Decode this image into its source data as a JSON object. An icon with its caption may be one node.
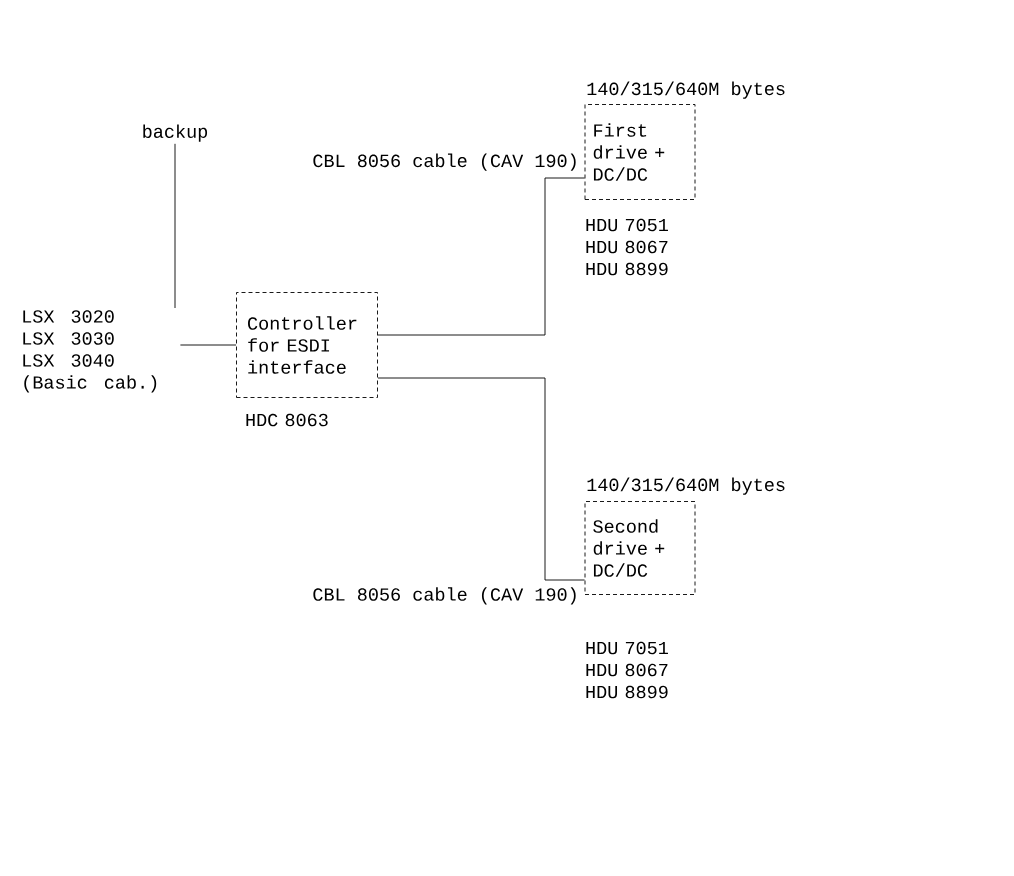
{
  "diagram": {
    "nodes": [
      {
        "text": [
          "backup"
        ]
      },
      {
        "text": [
          "LSX 3020 LSX 3030 LSX 3040 (Basic cab.)"
        ]
      },
      {
        "text": [
          "Controller for ESDI interface"
        ],
        "beside": [
          "HDC 8063"
        ]
      },
      {
        "text": [
          "First drive + DC/DC"
        ],
        "beside": [
          "140/315/640M bytes",
          "HDU 7051 HDU 8067 HDU 8899"
        ]
      },
      {
        "text": [
          "Second drive + DC/DC"
        ],
        "beside": [
          "140/315/640M bytes",
          "HDU 7051 HDU 8067 HDU 8899"
        ]
      }
    ],
    "edges": [
      {
        "from": 0,
        "to": 1,
        "arrow": "none"
      },
      {
        "from": 1,
        "to": 2,
        "arrow": "none"
      },
      {
        "from": 2,
        "to": 3,
        "arrow": "none",
        "label": "CBL 8056 cable (CAV 190)"
      },
      {
        "from": 2,
        "to": 4,
        "arrow": "none",
        "label": "CBL 8056 cable (CAV 190)"
      }
    ]
  }
}
